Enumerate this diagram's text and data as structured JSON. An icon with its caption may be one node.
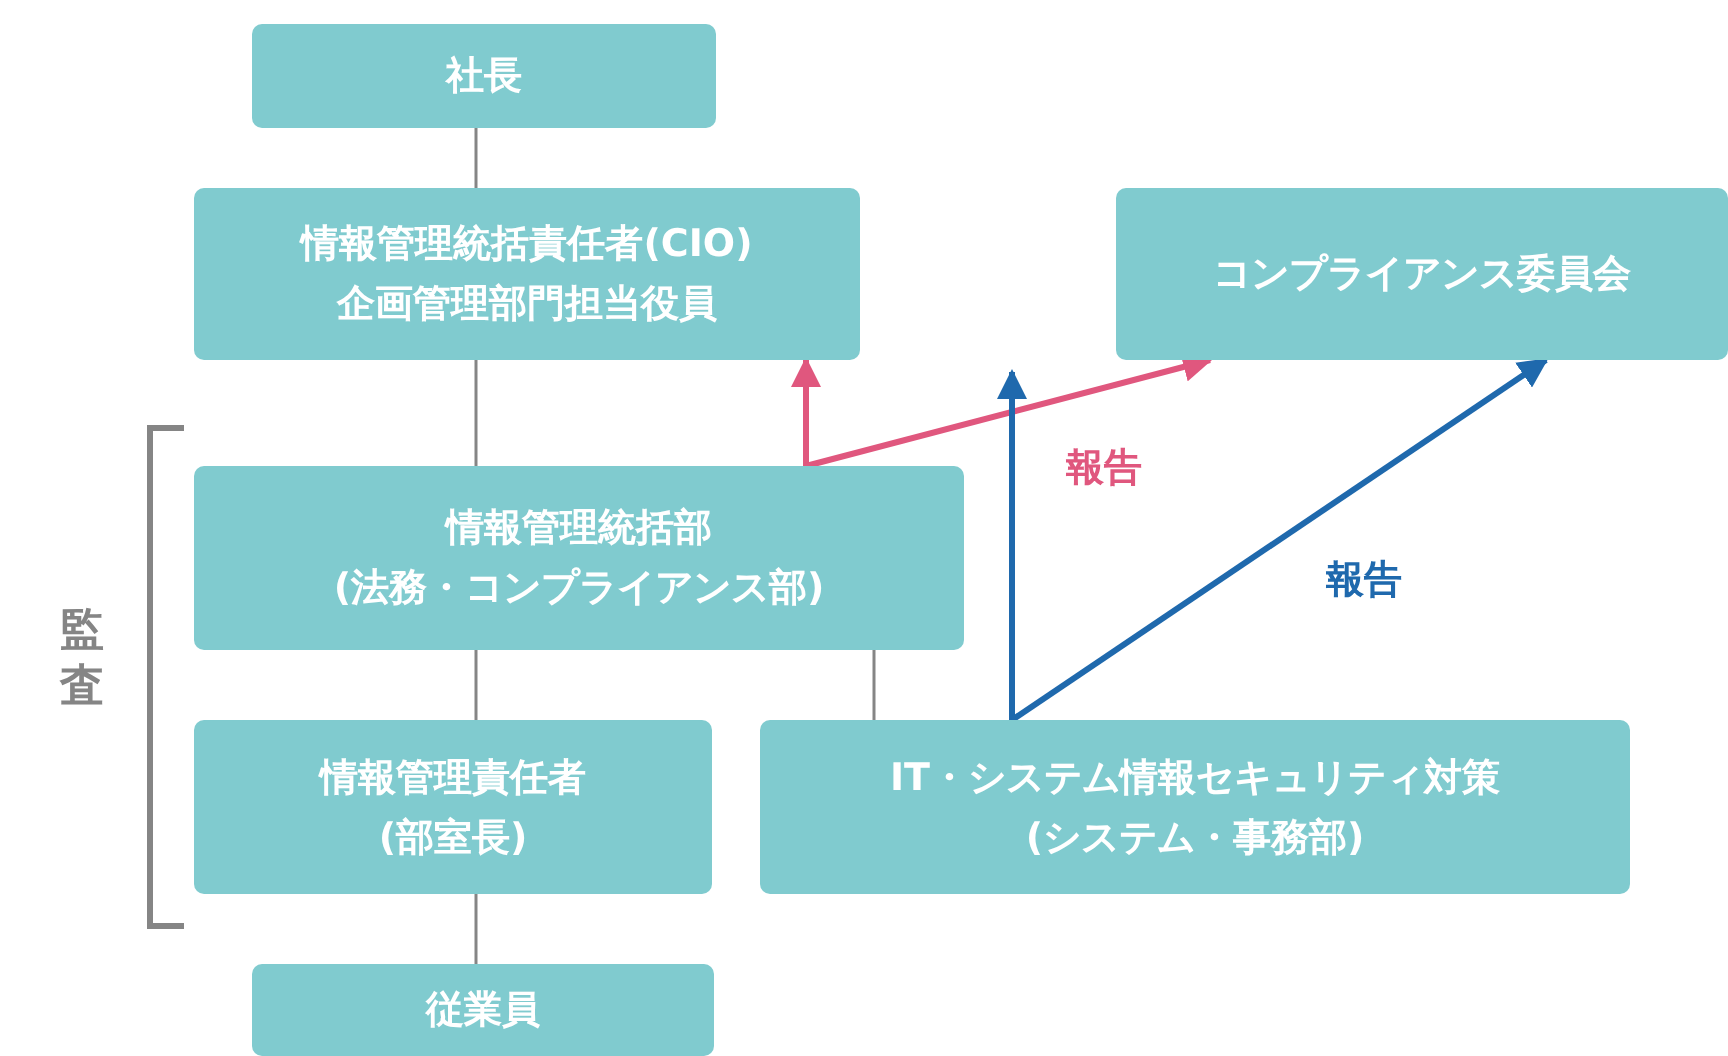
{
  "diagram": {
    "nodes": [
      {
        "text": [
          "社長"
        ]
      },
      {
        "text": [
          "情報管理統括責任者(CIO)",
          "企画管理部門担当役員"
        ]
      },
      {
        "text": [
          "コンプライアンス委員会"
        ]
      },
      {
        "text": [
          "情報管理統括部",
          "(法務・コンプライアンス部)"
        ]
      },
      {
        "text": [
          "情報管理責任者",
          "(部室長)"
        ]
      },
      {
        "text": [
          "IT・システム情報セキュリティ対策",
          "(システム・事務部)"
        ]
      },
      {
        "text": [
          "従業員"
        ]
      }
    ],
    "edges": [
      {
        "from": 0,
        "to": 1,
        "arrow": "none"
      },
      {
        "from": 1,
        "to": 3,
        "arrow": "none"
      },
      {
        "from": 3,
        "to": 4,
        "arrow": "none"
      },
      {
        "from": 4,
        "to": 6,
        "arrow": "none"
      },
      {
        "from": 3,
        "to": 5,
        "arrow": "none"
      },
      {
        "from": 3,
        "to": 1,
        "arrow": "to",
        "style": "thick",
        "color": "#e0577e"
      },
      {
        "from": 3,
        "to": 2,
        "arrow": "to",
        "label": "報告",
        "style": "thick",
        "color": "#e0577e"
      },
      {
        "from": 5,
        "to": null,
        "arrow": "to",
        "style": "thick",
        "color": "#1f69ad"
      },
      {
        "from": 5,
        "to": 2,
        "arrow": "to",
        "label": "報告",
        "style": "thick",
        "color": "#1f69ad"
      }
    ],
    "labels": [
      "監査"
    ]
  }
}
